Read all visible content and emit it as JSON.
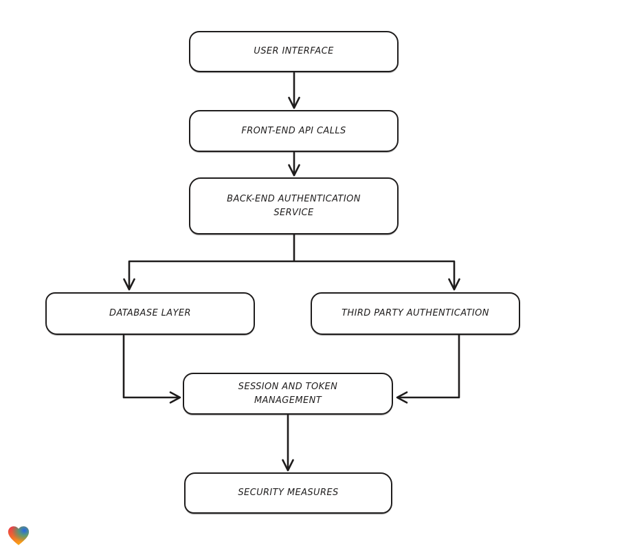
{
  "diagram": {
    "title": "",
    "type": "flowchart",
    "style": "hand-drawn",
    "colors": {
      "background": "#ffffff",
      "stroke": "#1e1c1c",
      "node_fill": "#ffffff"
    },
    "nodes": [
      {
        "id": "user-interface",
        "label": "USER INTERFACE"
      },
      {
        "id": "front-end-api-calls",
        "label": "FRONT-END API CALLS"
      },
      {
        "id": "back-end-authentication-service",
        "label": "BACK-END AUTHENTICATION SERVICE"
      },
      {
        "id": "database-layer",
        "label": "DATABASE LAYER"
      },
      {
        "id": "third-party-authentication",
        "label": "THIRD PARTY AUTHENTICATION"
      },
      {
        "id": "session-and-token-management",
        "label": "SESSION AND TOKEN MANAGEMENT"
      },
      {
        "id": "security-measures",
        "label": "SECURITY MEASURES"
      }
    ],
    "edges": [
      {
        "from": "user-interface",
        "to": "front-end-api-calls"
      },
      {
        "from": "front-end-api-calls",
        "to": "back-end-authentication-service"
      },
      {
        "from": "back-end-authentication-service",
        "to": "database-layer"
      },
      {
        "from": "back-end-authentication-service",
        "to": "third-party-authentication"
      },
      {
        "from": "database-layer",
        "to": "session-and-token-management"
      },
      {
        "from": "third-party-authentication",
        "to": "session-and-token-management"
      },
      {
        "from": "session-and-token-management",
        "to": "security-measures"
      }
    ],
    "watermark": {
      "name": "gradient-heart-logo",
      "colors": [
        "#ea384c",
        "#f97316",
        "#2563eb",
        "#22a06b"
      ]
    }
  }
}
